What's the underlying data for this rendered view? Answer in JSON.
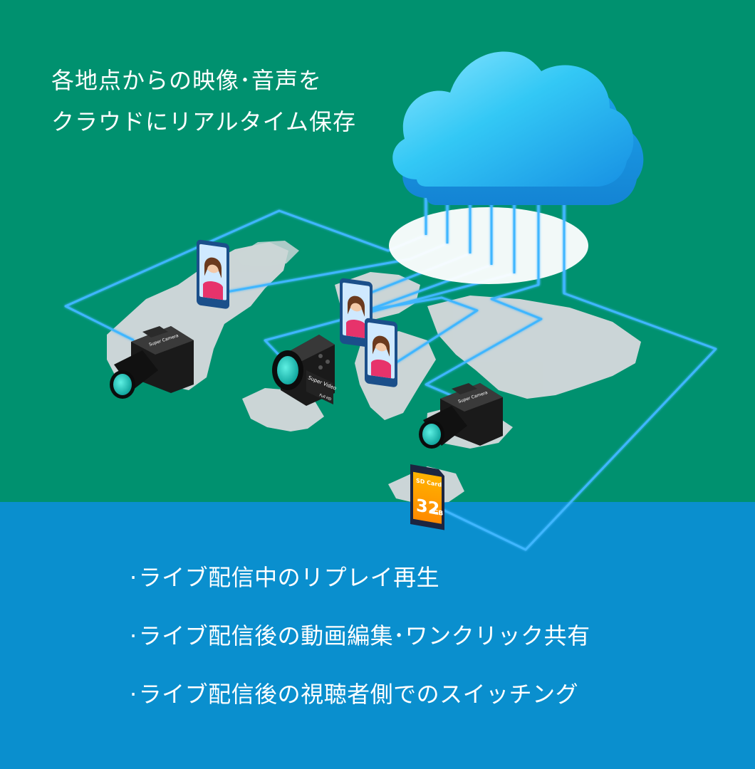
{
  "headline": {
    "line1": "各地点からの映像･音声を",
    "line2": "クラウドにリアルタイム保存"
  },
  "features": [
    "ライブ配信中のリプレイ再生",
    "ライブ配信後の動画編集･ワンクリック共有",
    "ライブ配信後の視聴者側でのスイッチング"
  ],
  "devices": {
    "camera_label": "Super Camera",
    "video_label": "Super Video",
    "video_badge": "Full HD",
    "sd_label": "SD Card",
    "sd_capacity": "32",
    "sd_unit": "GB"
  },
  "colors": {
    "top_background": "#00916f",
    "bottom_background": "#0a8fce",
    "network_line": "#3fb6ff",
    "cloud": "#2fc4f4",
    "map_land": "#d6d9dc",
    "lens": "#1fc7b8"
  }
}
